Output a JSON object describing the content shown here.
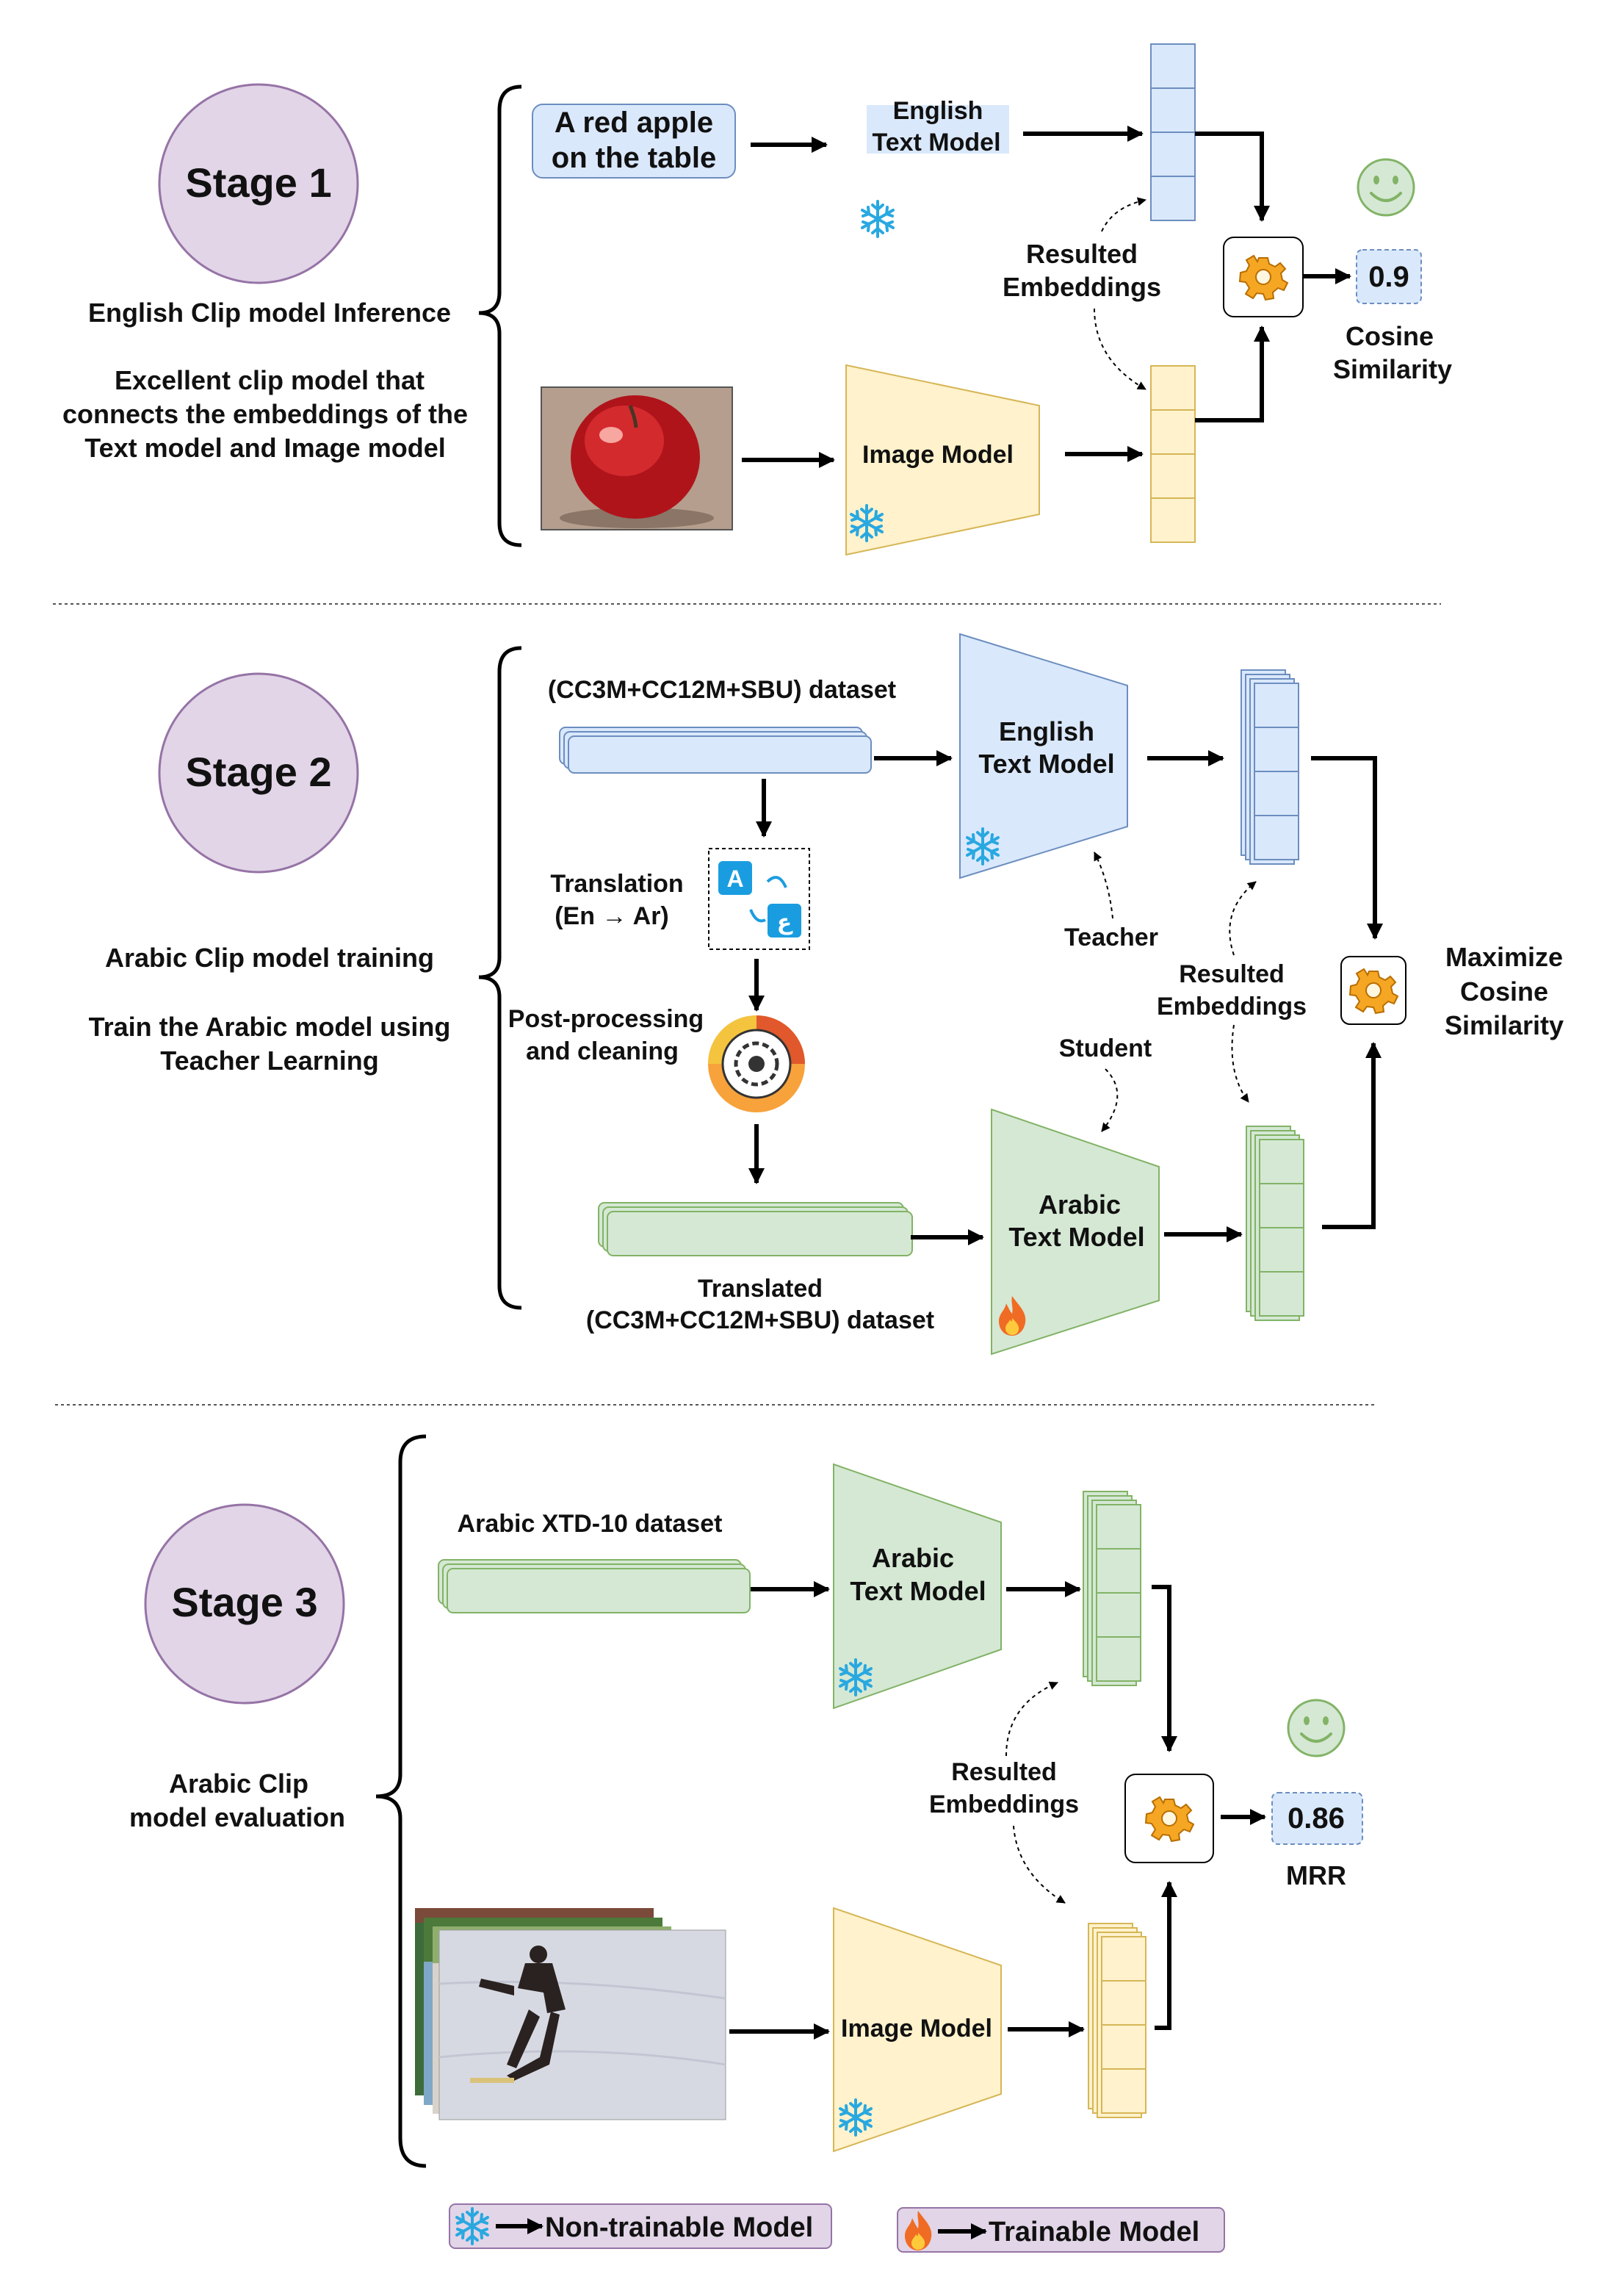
{
  "stage1": {
    "circle": "Stage 1",
    "title": "English Clip model Inference",
    "desc": [
      "Excellent clip model that",
      "connects the embeddings of the",
      "Text model and Image model"
    ],
    "caption": [
      "A red apple",
      "on the table"
    ],
    "text_model": [
      "English",
      "Text Model"
    ],
    "image_model": "Image Model",
    "embeddings": [
      "Resulted",
      "Embeddings"
    ],
    "score": "0.9",
    "metric": [
      "Cosine",
      "Similarity"
    ]
  },
  "stage2": {
    "circle": "Stage 2",
    "title": "Arabic Clip model training",
    "desc": [
      "Train the Arabic model using",
      "Teacher Learning"
    ],
    "dataset": "(CC3M+CC12M+SBU) dataset",
    "translation": [
      "Translation",
      "(En →  Ar)"
    ],
    "postprocess": [
      "Post-processing",
      "and cleaning"
    ],
    "translated_dataset": [
      "Translated",
      "(CC3M+CC12M+SBU) dataset"
    ],
    "english_model": [
      "English",
      "Text Model"
    ],
    "arabic_model": [
      "Arabic",
      "Text Model"
    ],
    "teacher": "Teacher",
    "student": "Student",
    "embeddings": [
      "Resulted",
      "Embeddings"
    ],
    "objective": [
      "Maximize",
      "Cosine",
      "Similarity"
    ]
  },
  "stage3": {
    "circle": "Stage 3",
    "title": [
      "Arabic Clip",
      "model evaluation"
    ],
    "dataset": "Arabic XTD-10 dataset",
    "arabic_model": [
      "Arabic",
      "Text Model"
    ],
    "image_model": "Image Model",
    "embeddings": [
      "Resulted",
      "Embeddings"
    ],
    "score": "0.86",
    "metric": "MRR"
  },
  "legend": {
    "non_trainable": "Non-trainable Model",
    "trainable": "Trainable Model"
  },
  "colors": {
    "stage_circle_fill": "#e1d5e7",
    "stage_circle_stroke": "#9673a6",
    "blue_fill": "#dae8fc",
    "blue_stroke": "#6c8ebf",
    "yellow_fill": "#fff2cc",
    "yellow_stroke": "#d6b656",
    "green_fill": "#d5e8d4",
    "green_stroke": "#82b366"
  },
  "icons": [
    "snowflake-icon",
    "fire-icon",
    "gear-icon",
    "smiley-icon",
    "translate-icon",
    "settings-cog-icon"
  ]
}
